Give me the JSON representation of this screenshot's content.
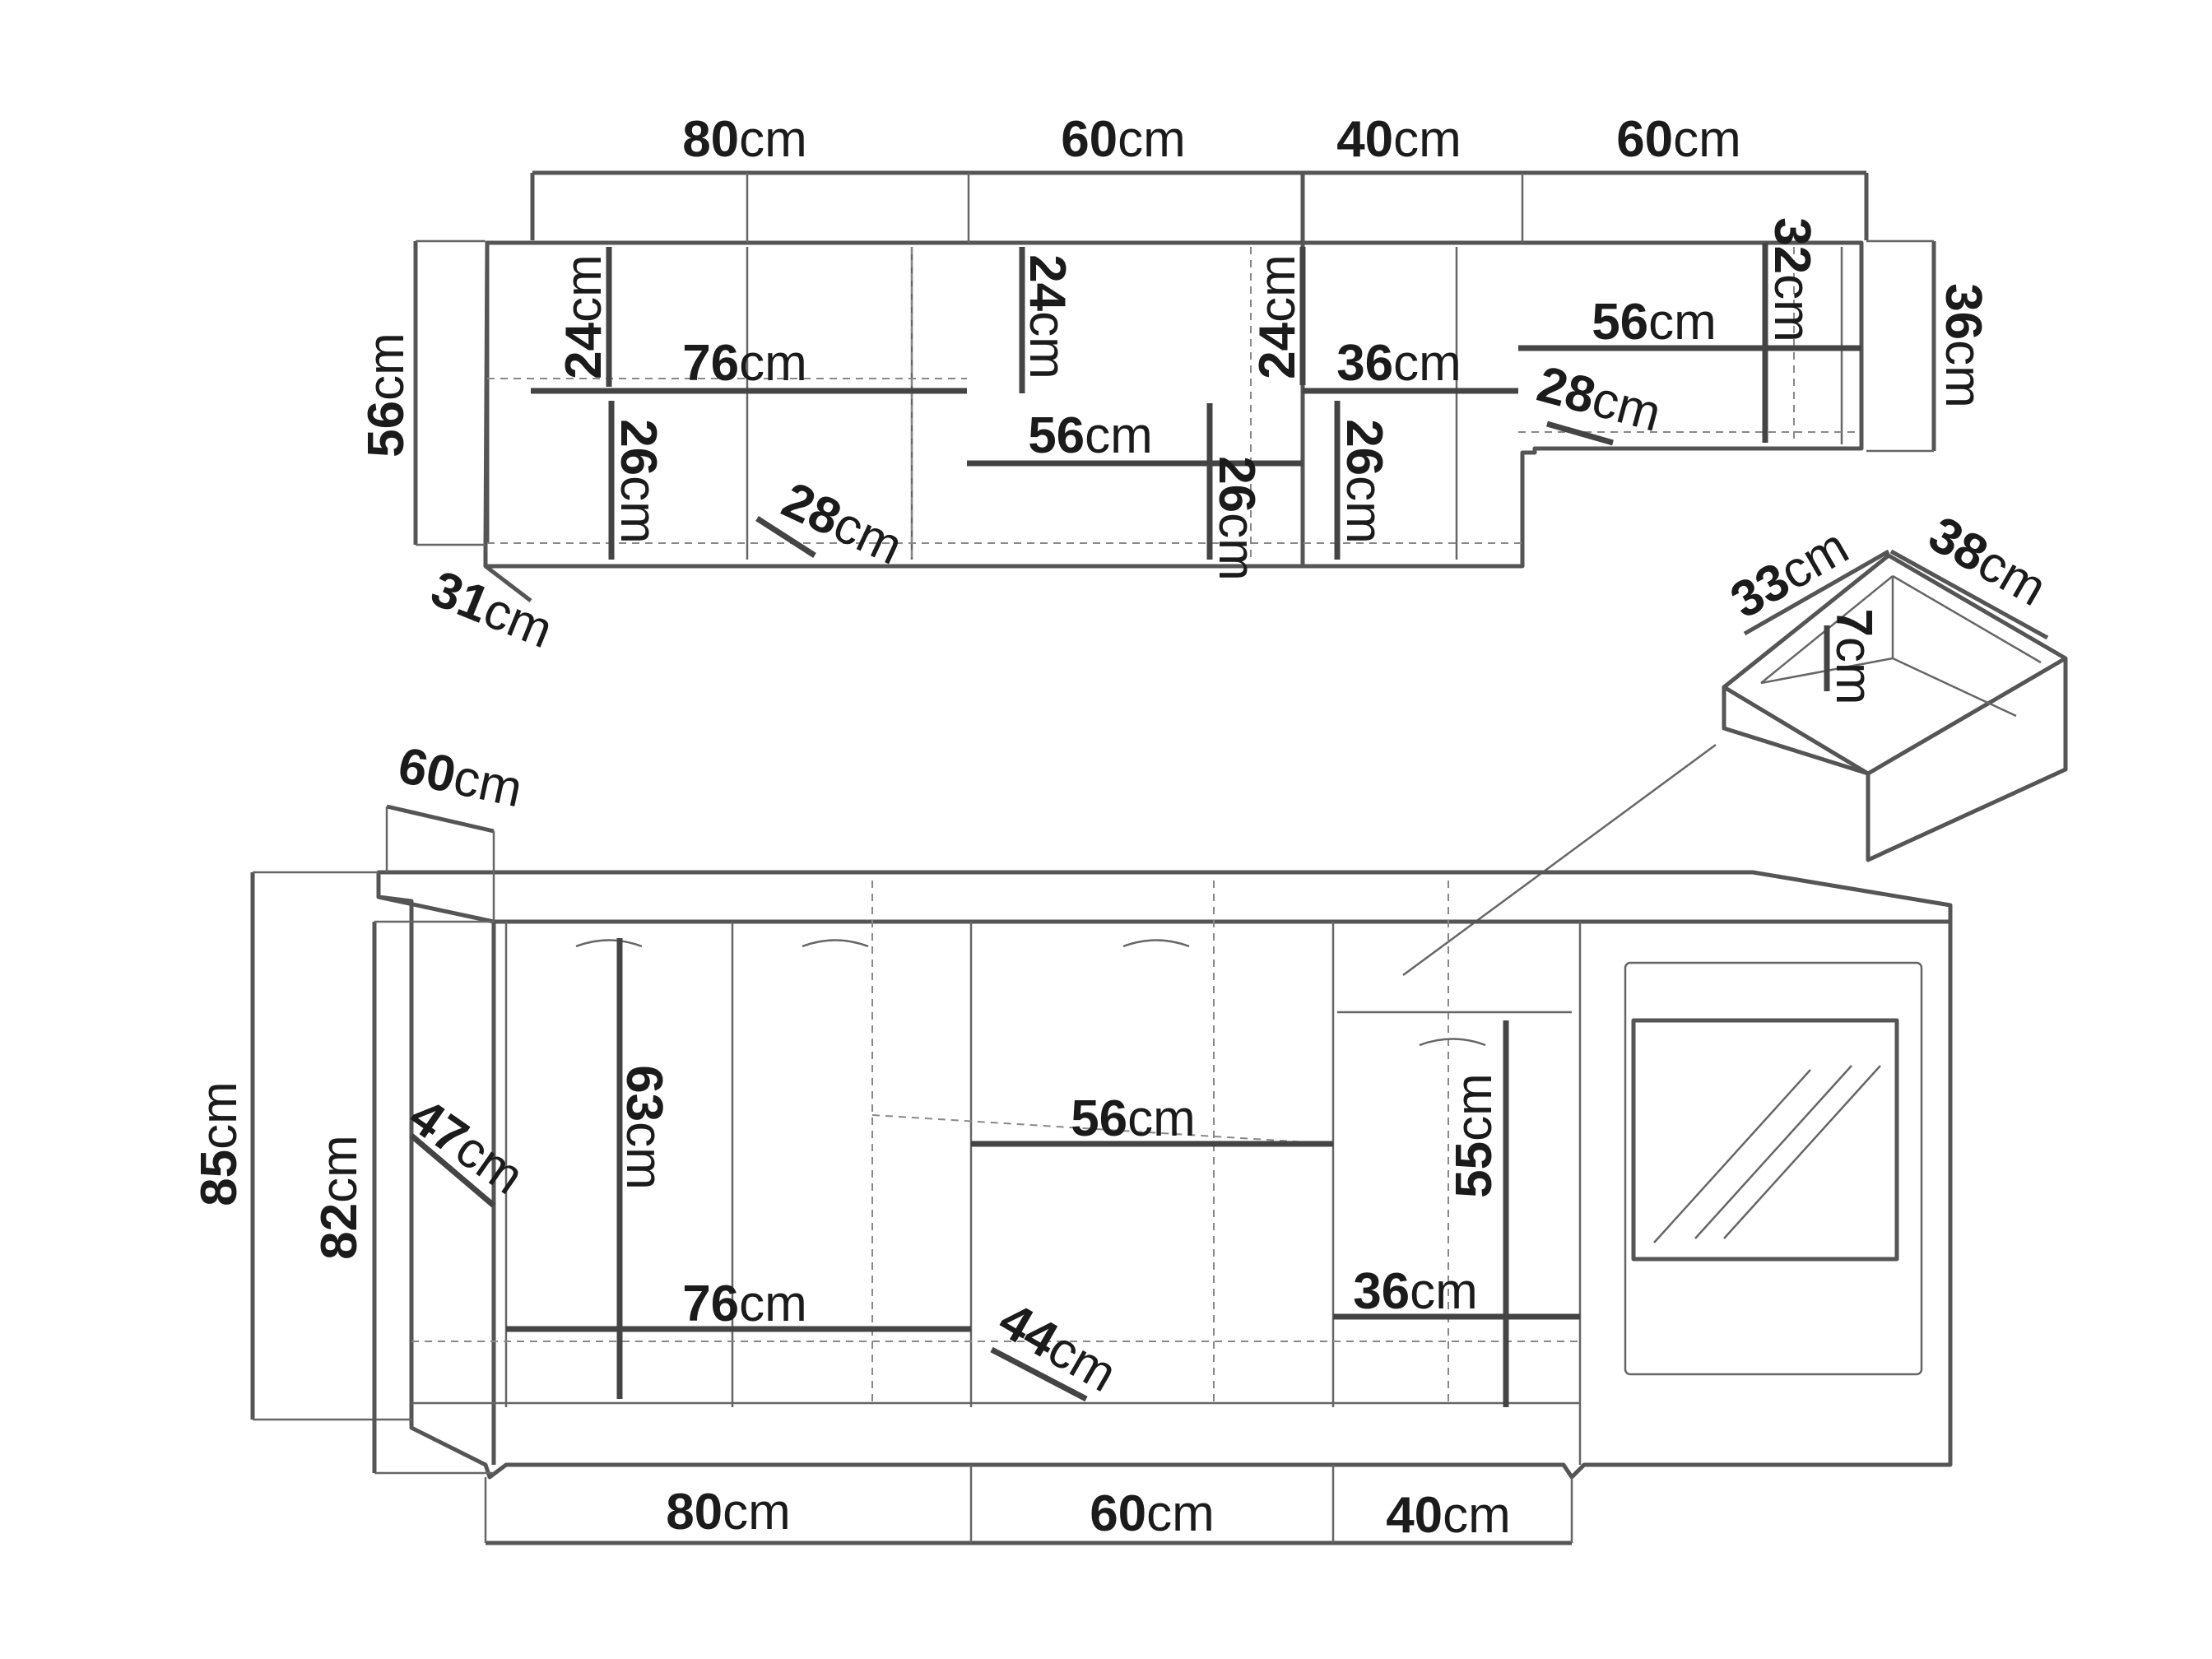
{
  "wall_unit": {
    "width_labels": [
      "80",
      "60",
      "40",
      "60"
    ],
    "height_label": "56",
    "right_height_label": "36",
    "depth_label": "31",
    "shelf_widths": [
      "76",
      "56",
      "36",
      "56"
    ],
    "shelf_depth_labels": [
      "28",
      "28"
    ],
    "compartment_heights": [
      "24",
      "24",
      "24",
      "26",
      "26",
      "26",
      "32"
    ]
  },
  "drawer": {
    "width_label": "33",
    "depth_label": "38",
    "height_label": "7"
  },
  "base_unit": {
    "top_depth_label": "60",
    "height_label": "85",
    "body_height_label": "82",
    "side_depth_label": "47",
    "inner_height_labels": [
      "63",
      "55"
    ],
    "shelf_widths": [
      "76",
      "56",
      "36"
    ],
    "shelf_depth_label": "44",
    "width_labels": [
      "80",
      "60",
      "40"
    ]
  },
  "unit": "cm"
}
